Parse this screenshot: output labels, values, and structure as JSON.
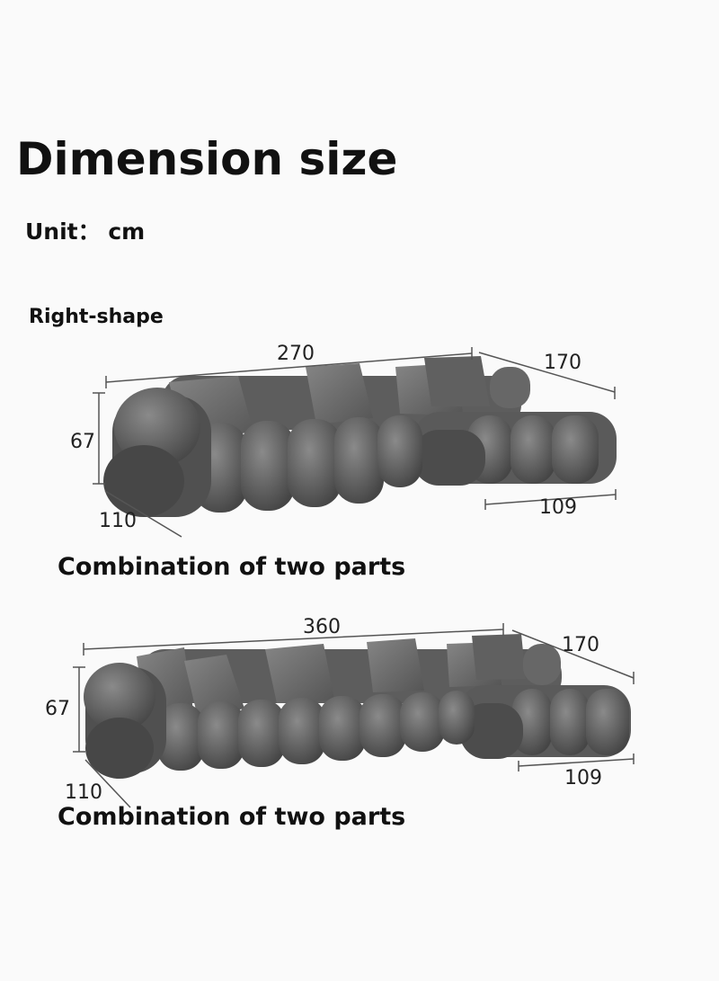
{
  "heading": "Dimension size",
  "unit": "Unit： cm",
  "shape_label": "Right-shape",
  "figure1": {
    "width": "270",
    "chaise_depth": "170",
    "height": "67",
    "depth": "110",
    "chaise_width": "109",
    "caption": "Combination of two parts"
  },
  "figure2": {
    "width": "360",
    "chaise_depth": "170",
    "height": "67",
    "depth": "110",
    "chaise_width": "109",
    "caption": "Combination of two parts"
  },
  "colors": {
    "sofa": "#5a5a5a",
    "sofa_dark": "#3f3f3f",
    "sofa_light": "#7a7a7a",
    "pillow": "#6b6b6b",
    "dim_line": "#555555"
  }
}
